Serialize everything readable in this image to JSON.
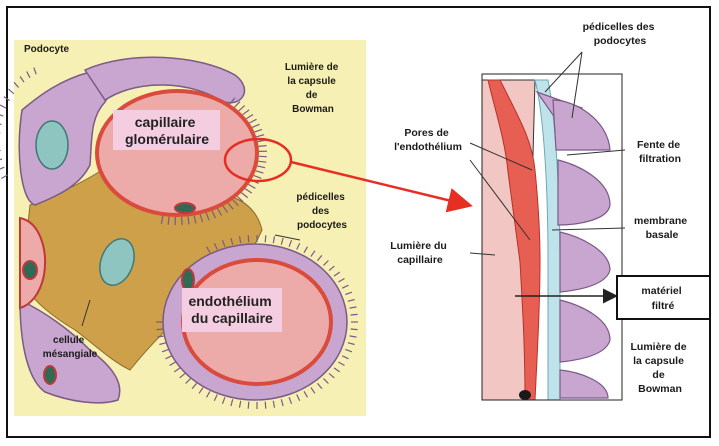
{
  "left_panel": {
    "labels": {
      "podocyte": "Podocyte",
      "capsule_lumen": [
        "Lumière de",
        "la capsule",
        "de",
        "Bowman"
      ],
      "glomerular_capillary": [
        "capillaire",
        "glomérulaire"
      ],
      "pedicels": [
        "pédicelles",
        "des",
        "podocytes"
      ],
      "endothelium": [
        "endothélium",
        "du capillaire"
      ],
      "mesangial_cell": [
        "cellule",
        "mésangiale"
      ]
    }
  },
  "right_panel": {
    "labels": {
      "pedicels": [
        "pédicelles des",
        "podocytes"
      ],
      "endothelial_pores": [
        "Pores de",
        "l'endothélium"
      ],
      "filtration_slit": [
        "Fente de",
        "filtration"
      ],
      "basal_membrane": [
        "membrane",
        "basale"
      ],
      "capillary_lumen": [
        "Lumière du",
        "capillaire"
      ],
      "filtered_material": [
        "matériel",
        "filtré"
      ],
      "capsule_lumen": [
        "Lumière de",
        "la capsule",
        "de",
        "Bowman"
      ]
    }
  },
  "colors": {
    "background_yellow": "#f7f0b4",
    "podocyte_purple": "#c8a6cf",
    "capillary_pink": "#ecaaa9",
    "endothelium_red": "#d94b3c",
    "mesangium_tan": "#cfa04a",
    "nucleus_teal": "#8fc5c0",
    "basal_blue": "#bfe3ea",
    "arrow_red": "#e62e23"
  }
}
